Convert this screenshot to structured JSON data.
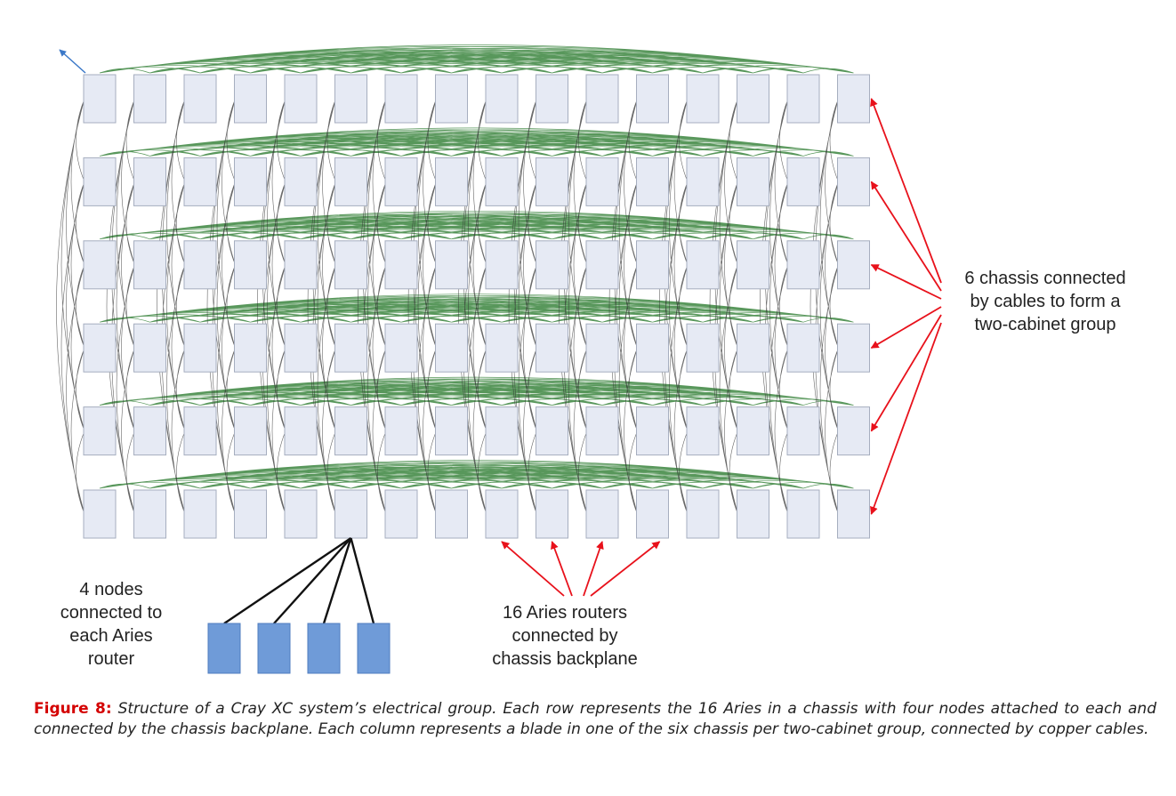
{
  "annotations": {
    "chassis": [
      "6 chassis connected",
      "by cables to form a",
      "two-cabinet group"
    ],
    "nodes": [
      "4 nodes",
      "connected to",
      "each Aries",
      "router"
    ],
    "aries": [
      "16 Aries routers",
      "connected by",
      "chassis backplane"
    ]
  },
  "caption": {
    "label": "Figure 8:",
    "text": " Structure of a Cray XC system’s electrical group. Each row represents the 16 Aries in a chassis with four nodes attached to each and connected by the chassis backplane. Each column represents a blade in one of the six chassis per two-cabinet group, connected by copper cables."
  },
  "grid": {
    "rows": 6,
    "columns": 16,
    "nodes_per_router": 4,
    "highlighted_router_column": 5
  },
  "colors": {
    "router_fill": "#e6eaf4",
    "router_stroke": "#a6aebf",
    "node_fill": "#6f9bd8",
    "backplane_link": "#2e7d32",
    "cable_link": "#333333",
    "arrow": "#e8111b",
    "caption_label": "#d40000"
  }
}
